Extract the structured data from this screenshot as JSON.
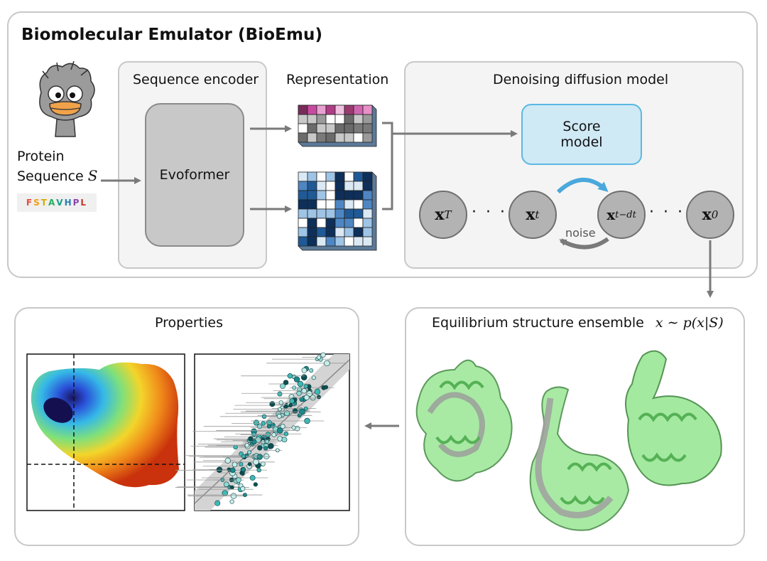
{
  "top": {
    "title": "Biomolecular Emulator (BioEmu)"
  },
  "input": {
    "protein": "Protein",
    "sequence": "Sequence",
    "symbol": "S",
    "residues": [
      "F",
      "S",
      "T",
      "A",
      "V",
      "H",
      "P",
      "L"
    ],
    "residue_colors": [
      "#e74c3c",
      "#f39c12",
      "#d4ac0d",
      "#27ae60",
      "#16a085",
      "#2980b9",
      "#8e44ad",
      "#c0392b"
    ]
  },
  "encoder": {
    "title": "Sequence encoder",
    "module": "Evoformer"
  },
  "representation": {
    "title": "Representation"
  },
  "diffusion": {
    "title": "Denoising diffusion model",
    "score_line1": "Score",
    "score_line2": "model",
    "noise": "noise",
    "nodes": [
      {
        "sym": "x",
        "sub": "T"
      },
      {
        "sym": "x",
        "sub": "t"
      },
      {
        "sym": "x",
        "sub": "t−dt"
      },
      {
        "sym": "x",
        "sub": "0"
      }
    ],
    "dots": "· · ·"
  },
  "ensemble": {
    "title": "Equilibrium structure ensemble",
    "formula": "x ∼ p(x|S)"
  },
  "properties": {
    "title": "Properties"
  },
  "colors": {
    "score_fill": "#cfe9f5",
    "score_border": "#5bb8e3",
    "arrow_blue": "#4aa8dc",
    "arrow_gray": "#7a7a7a",
    "node_fill": "#b3b3b3",
    "panel_border": "#c8c8c8",
    "panel_fill": "#f4f4f4",
    "protein_green": "#8fe88f",
    "protein_gray": "#b0b0b0"
  }
}
